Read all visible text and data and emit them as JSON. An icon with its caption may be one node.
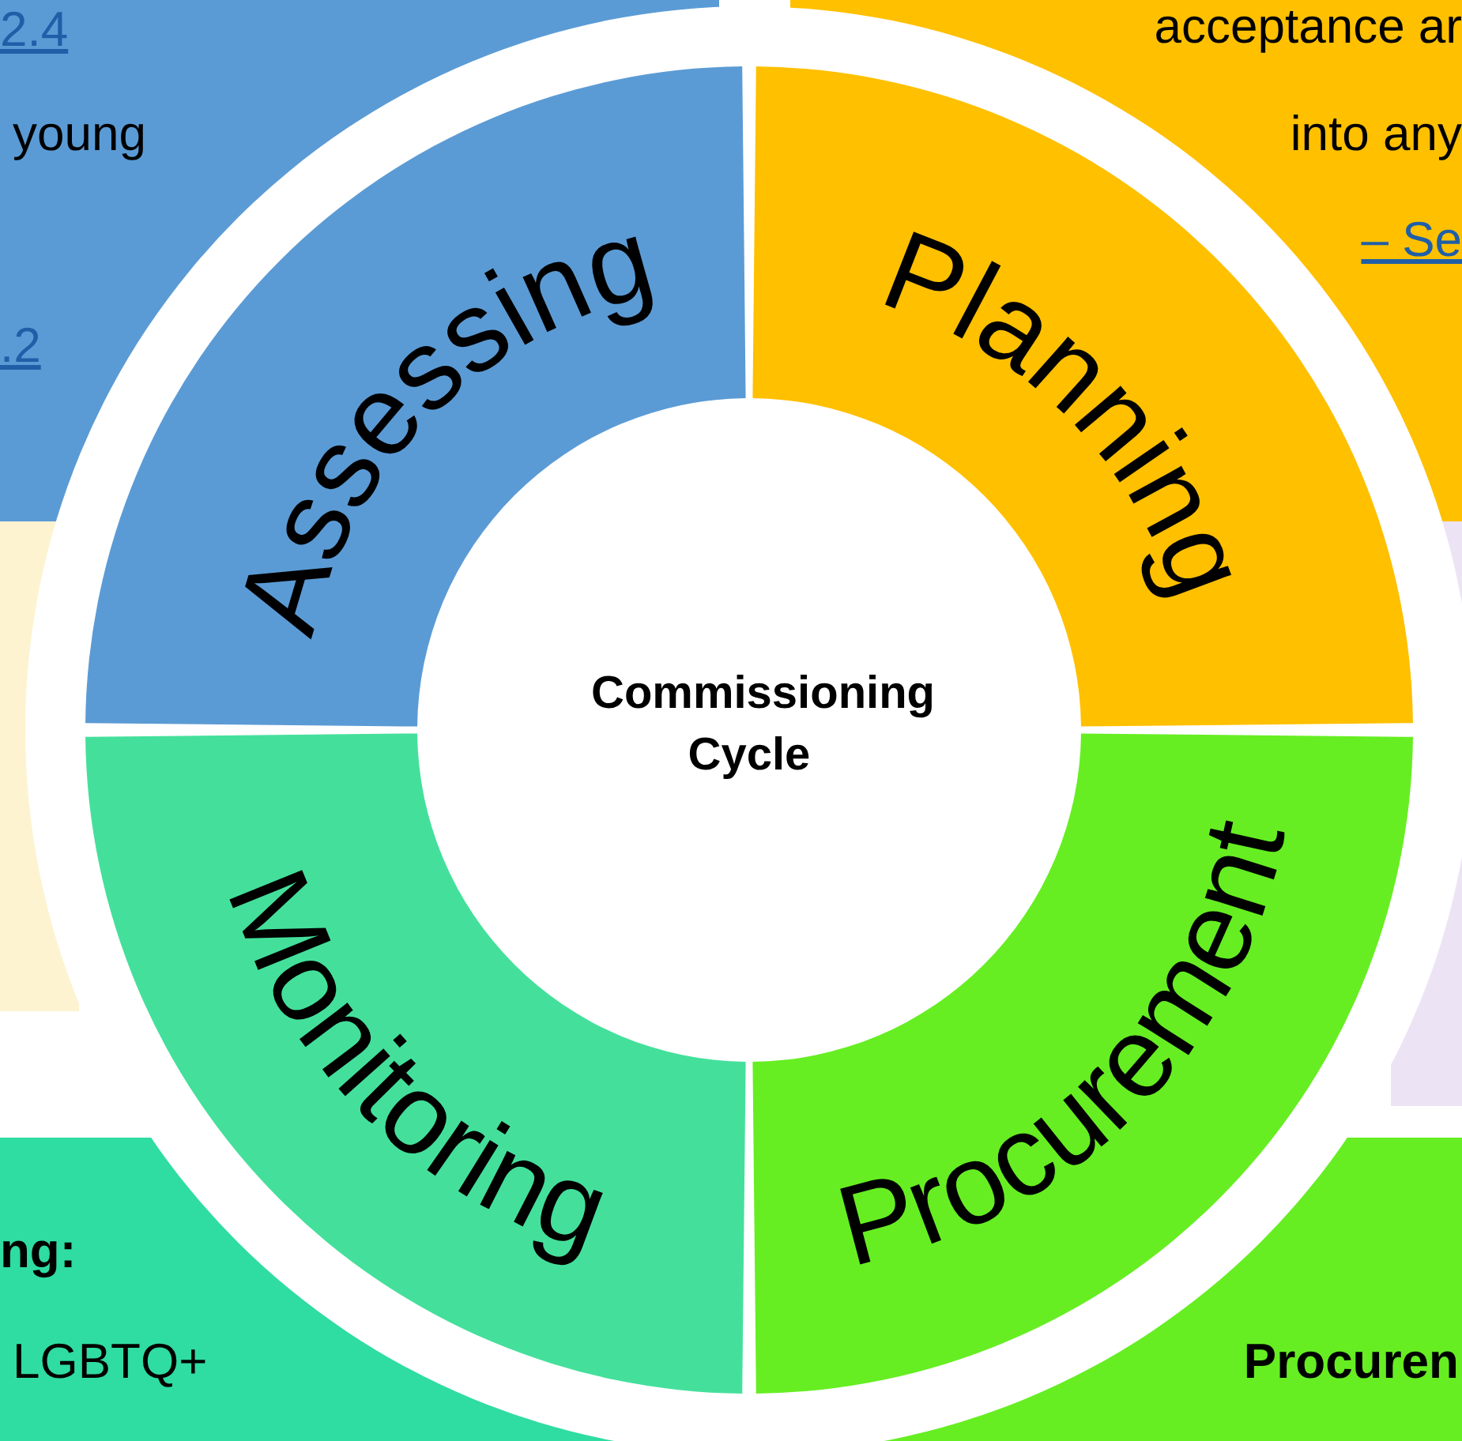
{
  "diagram": {
    "nodes": [
      {
        "text": [
          "2.4",
          "young",
          ".2"
        ]
      },
      {
        "text": [
          "acceptance ar",
          "into any",
          "– Se"
        ]
      },
      {
        "text": [],
        "shape": "box"
      },
      {
        "text": [],
        "shape": "box"
      },
      {
        "text": [
          "Assessing"
        ]
      },
      {
        "text": [
          "Planning"
        ]
      },
      {
        "text": [
          "Commissioning Cycle"
        ]
      },
      {
        "text": [
          "Monitoring"
        ]
      },
      {
        "text": [
          "Procurement"
        ]
      },
      {
        "text": [
          "ng:",
          "LGBTQ+"
        ]
      },
      {
        "text": [
          "Procuren"
        ]
      }
    ],
    "edges": []
  }
}
